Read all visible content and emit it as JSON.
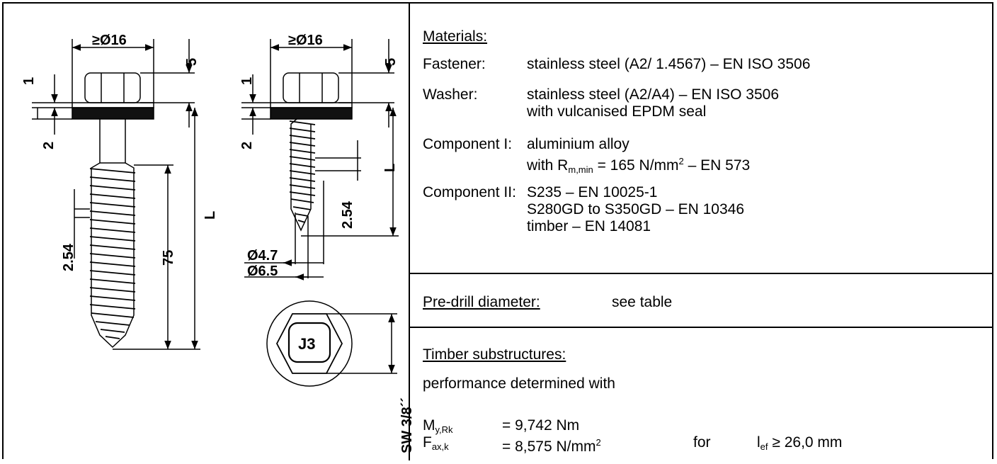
{
  "drawing": {
    "left_screw": {
      "head_dia": "≥Ø16",
      "head_height": "5",
      "washer_thk": "1",
      "seal_thk": "2",
      "thread_pitch": "2.54",
      "thread_length": "75",
      "length_label": "L"
    },
    "right_screw": {
      "head_dia": "≥Ø16",
      "head_height": "5",
      "washer_thk": "1",
      "seal_thk": "2",
      "thread_pitch": "2.54",
      "length_label": "L",
      "core_dia": "Ø4.7",
      "outer_dia": "Ø6.5"
    },
    "head_view": {
      "marking": "J3",
      "wrench_size": "SW 3/8´´"
    }
  },
  "materials": {
    "heading": "Materials:",
    "fastener_label": "Fastener:",
    "fastener_value": "stainless steel (A2/ 1.4567) – EN ISO 3506",
    "washer_label": "Washer:",
    "washer_value_1": "stainless steel (A2/A4) – EN ISO 3506",
    "washer_value_2": "with vulcanised EPDM seal",
    "comp1_label": "Component I:",
    "comp1_value_1": "aluminium alloy",
    "comp1_value_2_pre": "with R",
    "comp1_value_2_sub": "m,min",
    "comp1_value_2_mid": " = 165 N/mm",
    "comp1_value_2_sup": "2",
    "comp1_value_2_post": " – EN 573",
    "comp2_label": "Component II:",
    "comp2_value_1": "S235 – EN 10025-1",
    "comp2_value_2": "S280GD to S350GD – EN 10346",
    "comp2_value_3": "timber – EN 14081"
  },
  "predrill": {
    "label": "Pre-drill diameter:",
    "value": "see table"
  },
  "timber": {
    "heading": "Timber substructures:",
    "intro": "performance determined with",
    "my_symbol": "M",
    "my_sub": "y,Rk",
    "my_value": "= 9,742 Nm",
    "fax_symbol": "F",
    "fax_sub": "ax,k",
    "fax_value_pre": "= 8,575 N/mm",
    "fax_value_sup": "2",
    "for_label": "for",
    "lef_symbol": "l",
    "lef_sub": "ef",
    "lef_value": " ≥ 26,0 mm"
  }
}
